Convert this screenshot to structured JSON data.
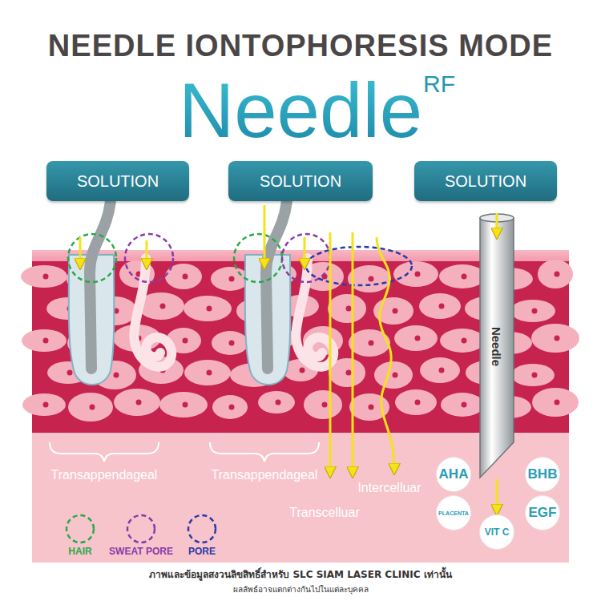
{
  "diagram": {
    "title": "NEEDLE IONTOPHORESIS MODE",
    "nodes": [
      {
        "text": [
          "SOLUTION"
        ]
      },
      {
        "text": [
          "SOLUTION"
        ]
      },
      {
        "text": [
          "SOLUTION"
        ]
      },
      {
        "text": [
          "Needle"
        ]
      },
      {
        "text": [
          "AHA"
        ]
      },
      {
        "text": [
          "BHB"
        ]
      },
      {
        "text": [
          "PLACENTA"
        ]
      },
      {
        "text": [
          "EGF"
        ]
      },
      {
        "text": [
          "VIT C"
        ]
      }
    ],
    "edges": [
      {
        "from": 3,
        "to": 8,
        "arrow": "to"
      }
    ],
    "labels": [
      "Needle",
      "RF",
      "Transappendageal",
      "Transappendageal",
      "Intercelluar",
      "Transcelluar",
      "ภาพและข้อมูลสงวนลิขสิทธิ์สำหรับ SLC SIAM LASER CLINIC เท่านั้น",
      "ผลลัพธ์อาจแตกต่างกันไปในแต่ละบุคคล"
    ],
    "legend": [
      {
        "text": "HAIR"
      },
      {
        "text": "SWEAT PORE"
      },
      {
        "text": "PORE"
      }
    ]
  }
}
